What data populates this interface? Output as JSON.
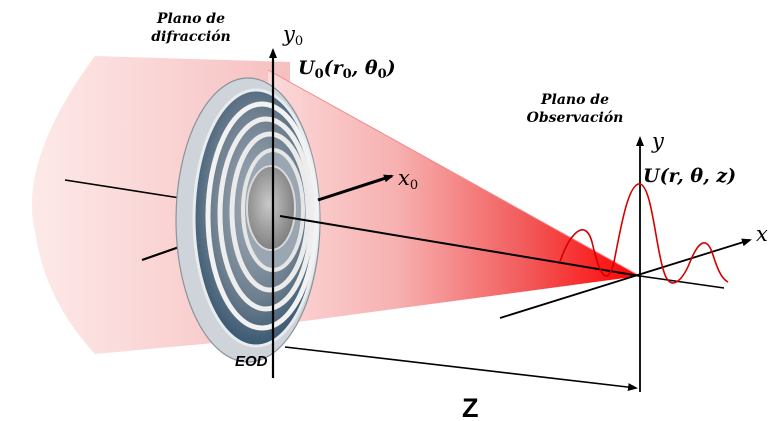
{
  "diffraction_plane": {
    "line1": "Plano de",
    "line2": "difracción"
  },
  "observation_plane": {
    "line1": "Plano de",
    "line2": "Observación"
  },
  "source_field": {
    "symbol": "U",
    "subscript": "0",
    "args": "(r",
    "args_sub1": "0",
    "sep": ", θ",
    "args_sub2": "0",
    "close": ")"
  },
  "observed_field": {
    "text": "U(r, θ, z)"
  },
  "axes": {
    "y0": {
      "base": "y",
      "sub": "0"
    },
    "x0": {
      "base": "x",
      "sub": "0"
    },
    "y": "y",
    "x": "x",
    "z": "Z"
  },
  "element_label": "EOD",
  "colors": {
    "beam": "#ff0000",
    "element_glass": "#d9dde3",
    "element_rings": "#2d4f6b",
    "axis": "#000000"
  }
}
